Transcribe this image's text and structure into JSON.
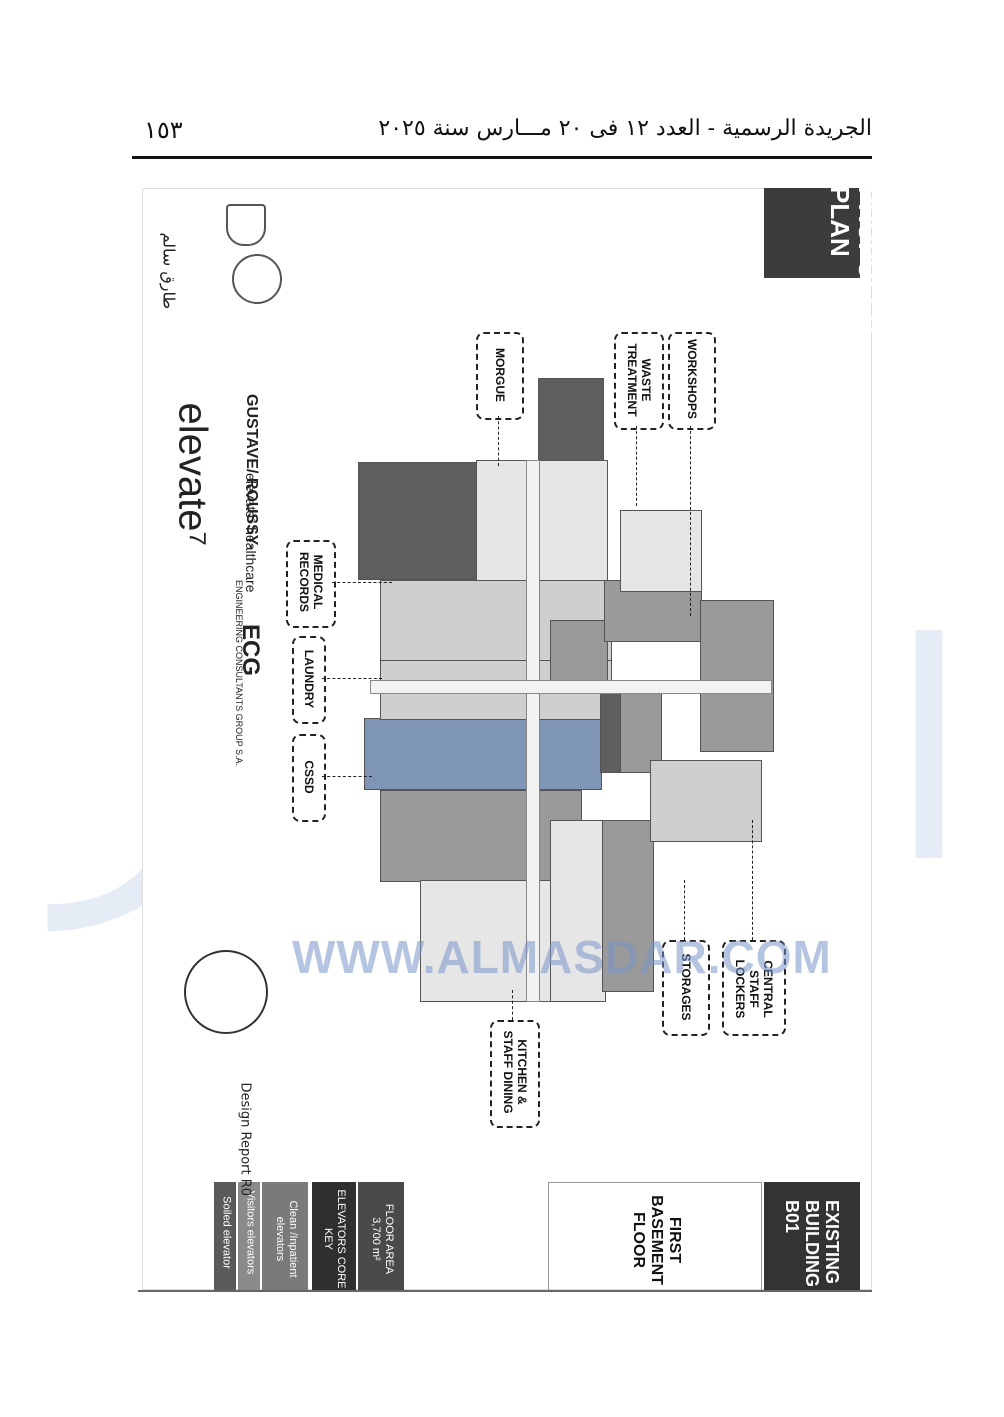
{
  "header": {
    "page_number": "١٥٣",
    "title": "الجريدة الرسمية - العدد ١٢ فى ٢٠ مـــارس سنة ٢٠٢٥"
  },
  "sheet": {
    "banner_title": "PROPOSED PLAN",
    "existing_building": "EXISTING BUILDING - B01",
    "floor_name": "FIRST BASEMENT FLOOR",
    "legend": {
      "floor_area_label": "FLOOR AREA",
      "floor_area_value": "3,700 m²",
      "elevators_key": "ELEVATORS CORE KEY",
      "clean_elevators": "Clean /Inpatient elevators",
      "visitors_elevators": "Visitors elevators",
      "soiled_elevators": "Soiled elevator"
    },
    "design_report": "Design Report R0",
    "callouts": {
      "workshops": "WORKSHOPS",
      "waste_treatment": "WASTE TREATMENT",
      "morgue": "MORGUE",
      "medical_records": "MEDICAL RECORDS",
      "laundry": "LAUNDRY",
      "cssd": "CSSD",
      "storages": "STORAGES",
      "central_staff_lockers": "CENTRAL STAFF LOCKERS",
      "kitchen_staff_dining": "KITCHEN & STAFF DINING"
    },
    "logos": {
      "elevate": "elevate⁷",
      "gustave_roussy": "GUSTAVE/ ROUSSY-",
      "healthcare": "elevate⁷ healthcare",
      "ecg": "ECG",
      "ecg_full": "ENGINEERING CONSULTANTS GROUP S.A."
    },
    "signature_text": "طارق سالم",
    "watermark": "WWW.ALMASDAR.COM"
  }
}
